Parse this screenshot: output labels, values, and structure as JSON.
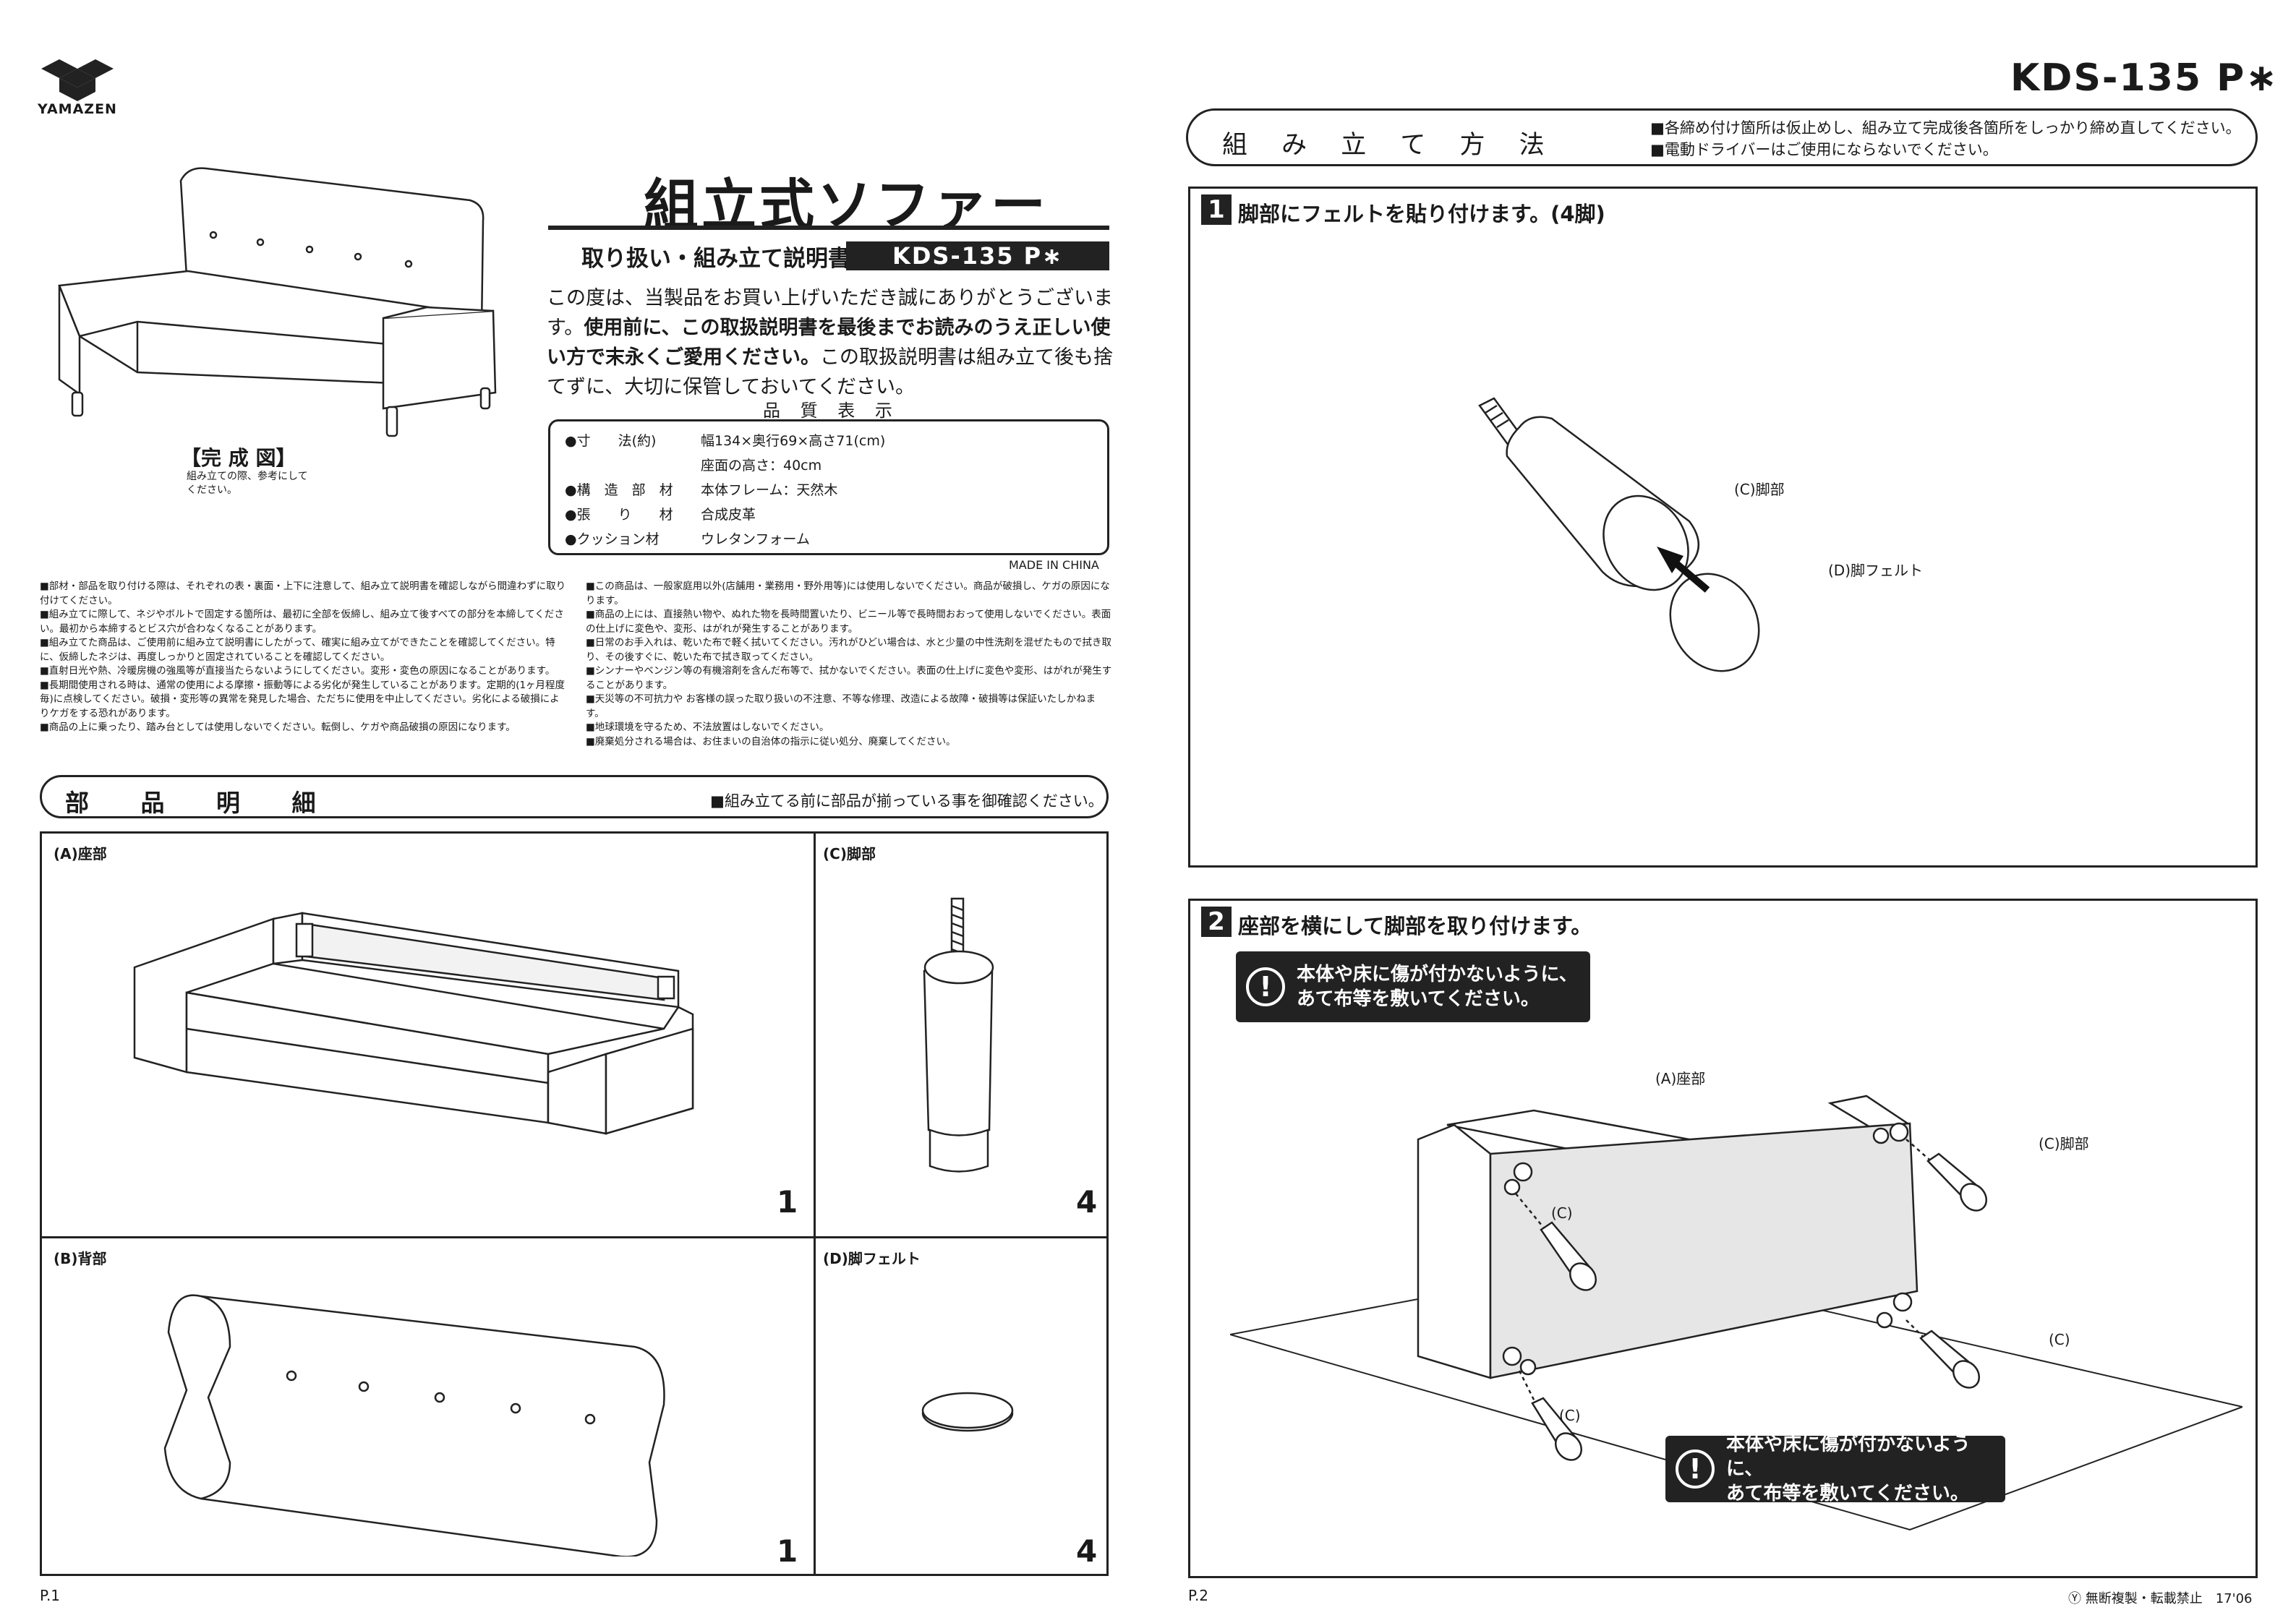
{
  "brand": "YAMAZEN",
  "model_top": "KDS-135 P∗",
  "product_title": "組立式ソファー",
  "subtitle": {
    "label": "取り扱い・組み立て説明書",
    "model": "KDS-135 P∗"
  },
  "intro": {
    "line1": "この度は、当製品をお買い上げいただき誠にありがとうございます。",
    "bold": "使用前に、この取扱説明書を最後までお読みのうえ正しい使い方で末永くご愛用ください。",
    "rest": "この取扱説明書は組み立て後も捨てずに、大切に保管しておいてください。"
  },
  "quality": {
    "title": "品 質 表 示",
    "rows": [
      {
        "key": "●寸　　法(約)",
        "value": "幅134×奥行69×高さ71(cm)"
      },
      {
        "key": "",
        "value": "座面の高さ：40cm"
      },
      {
        "key": "●構　造　部　材",
        "value": "本体フレーム：天然木"
      },
      {
        "key": "●張　　り　　材",
        "value": "合成皮革"
      },
      {
        "key": "●クッション材",
        "value": "ウレタンフォーム"
      }
    ],
    "made_in": "MADE IN CHINA"
  },
  "complete": {
    "label": "【完 成 図】",
    "note": "組み立ての際、参考にしてください。"
  },
  "notes_left": [
    "■部材・部品を取り付ける際は、それぞれの表・裏面・上下に注意して、組み立て説明書を確認しながら間違わずに取り付けてください。",
    "■組み立てに際して、ネジやボルトで固定する箇所は、最初に全部を仮締し、組み立て後すべての部分を本締してください。最初から本締するとビス穴が合わなくなることがあります。",
    "■組み立てた商品は、ご使用前に組み立て説明書にしたがって、確実に組み立てができたことを確認してください。特に、仮締したネジは、再度しっかりと固定されていることを確認してください。",
    "■直射日光や熱、冷暖房機の強風等が直接当たらないようにしてください。変形・変色の原因になることがあります。",
    "■長期間使用される時は、通常の使用による摩擦・振動等による劣化が発生していることがあります。定期的(1ヶ月程度毎)に点検してください。破損・変形等の異常を発見した場合、ただちに使用を中止してください。劣化による破損によりケガをする恐れがあります。",
    "■商品の上に乗ったり、踏み台としては使用しないでください。転倒し、ケガや商品破損の原因になります。"
  ],
  "notes_right": [
    "■この商品は、一般家庭用以外(店舗用・業務用・野外用等)には使用しないでください。商品が破損し、ケガの原因になります。",
    "■商品の上には、直接熱い物や、ぬれた物を長時間置いたり、ビニール等で長時間おおって使用しないでください。表面の仕上げに変色や、変形、はがれが発生することがあります。",
    "■日常のお手入れは、乾いた布で軽く拭いてください。汚れがひどい場合は、水と少量の中性洗剤を混ぜたもので拭き取り、その後すぐに、乾いた布で拭き取ってください。",
    "■シンナーやベンジン等の有機溶剤を含んだ布等で、拭かないでください。表面の仕上げに変色や変形、はがれが発生することがあります。",
    "■天災等の不可抗力や お客様の誤った取り扱いの不注意、不等な修理、改造による故障・破損等は保証いたしかねます。",
    "■地球環境を守るため、不法放置はしないでください。",
    "■廃棄処分される場合は、お住まいの自治体の指示に従い処分、廃棄してください。"
  ],
  "parts": {
    "title": "部 品 明 細",
    "note": "■組み立てる前に部品が揃っている事を御確認ください。",
    "items": [
      {
        "label": "(A)座部",
        "qty": "1"
      },
      {
        "label": "(C)脚部",
        "qty": "4"
      },
      {
        "label": "(B)背部",
        "qty": "1"
      },
      {
        "label": "(D)脚フェルト",
        "qty": "4"
      }
    ]
  },
  "pages": {
    "p1": "P.1",
    "p2": "P.2"
  },
  "assembly": {
    "title": "組 み 立 て 方 法",
    "notes": [
      "■各締め付け箇所は仮止めし、組み立て完成後各箇所をしっかり締め直してください。",
      "■電動ドライバーはご使用にならないでください。"
    ],
    "step1": {
      "num": "1",
      "text": "脚部にフェルトを貼り付けます。(4脚)",
      "label_leg": "(C)脚部",
      "label_felt": "(D)脚フェルト"
    },
    "step2": {
      "num": "2",
      "text": "座部を横にして脚部を取り付けます。",
      "warning": [
        "本体や床に傷が付かないように、",
        "あて布等を敷いてください。"
      ],
      "label_seat": "(A)座部",
      "label_leg": "(C)脚部",
      "label_c": "(C)"
    }
  },
  "copyright": "Ⓨ 無断複製・転載禁止　17'06"
}
